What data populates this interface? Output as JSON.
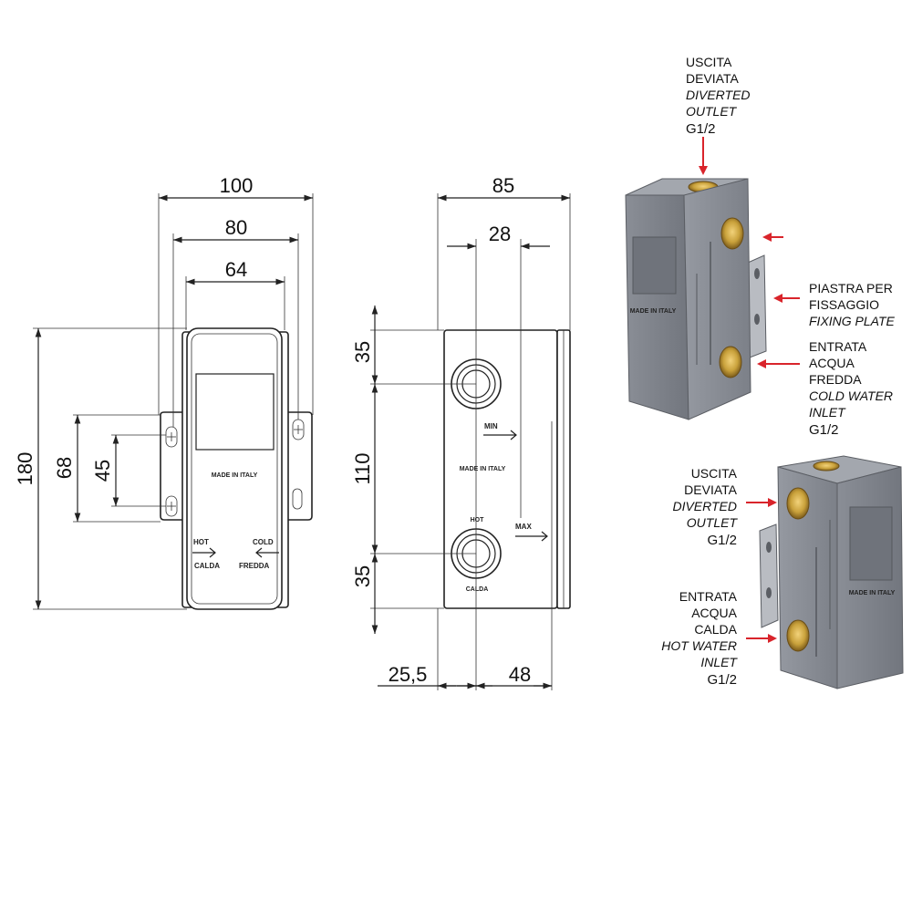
{
  "front_view": {
    "dims": {
      "width_total": "100",
      "width_holes": "80",
      "width_body": "64",
      "height": "180",
      "hole_spacing_outer": "68",
      "hole_spacing_inner": "45"
    },
    "made_in_italy": "MADE IN ITALY",
    "hot": "HOT",
    "calda": "CALDA",
    "cold": "COLD",
    "fredda": "FREDDA"
  },
  "side_view": {
    "dims": {
      "depth": "85",
      "port_offset": "28",
      "top_to_port": "35",
      "port_spacing": "110",
      "bottom_to_port": "35",
      "front_to_port": "25,5",
      "port_to_back": "48"
    },
    "min": "MIN",
    "max": "MAX",
    "made_in_italy": "MADE IN ITALY",
    "hot": "HOT",
    "calda": "CALDA"
  },
  "iso_top": {
    "outlet": {
      "l1": "USCITA",
      "l2": "DEVIATA",
      "l3": "DIVERTED",
      "l4": "OUTLET",
      "l5": "G1/2"
    },
    "plate": {
      "l1": "PIASTRA PER",
      "l2": "FISSAGGIO",
      "l3": "FIXING PLATE"
    },
    "inlet": {
      "l1": "ENTRATA",
      "l2": "ACQUA",
      "l3": "FREDDA",
      "l4": "COLD WATER",
      "l5": "INLET",
      "l6": "G1/2"
    }
  },
  "iso_bottom": {
    "outlet": {
      "l1": "USCITA",
      "l2": "DEVIATA",
      "l3": "DIVERTED",
      "l4": "OUTLET",
      "l5": "G1/2"
    },
    "inlet": {
      "l1": "ENTRATA",
      "l2": "ACQUA",
      "l3": "CALDA",
      "l4": "HOT WATER",
      "l5": "INLET",
      "l6": "G1/2"
    }
  },
  "colors": {
    "arrow": "#d9242b",
    "body_grey": "#7d8189",
    "brass": "#c9a13b"
  }
}
